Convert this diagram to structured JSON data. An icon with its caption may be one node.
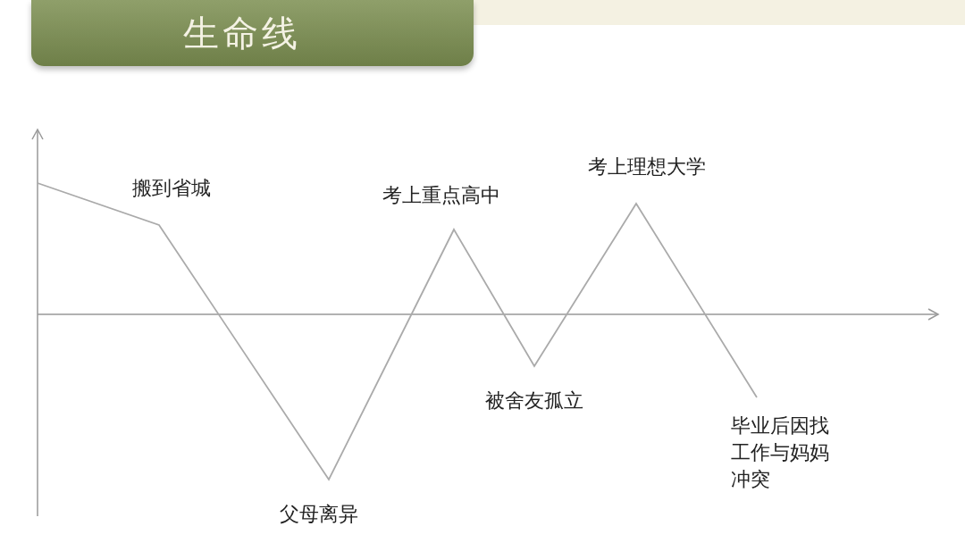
{
  "diagram": {
    "title": "生命线",
    "labels": [
      "搬到省城",
      "父母离异",
      "考上重点高中",
      "被舍友孤立",
      "考上理想大学",
      "毕业后因找工作与妈妈冲突"
    ]
  }
}
